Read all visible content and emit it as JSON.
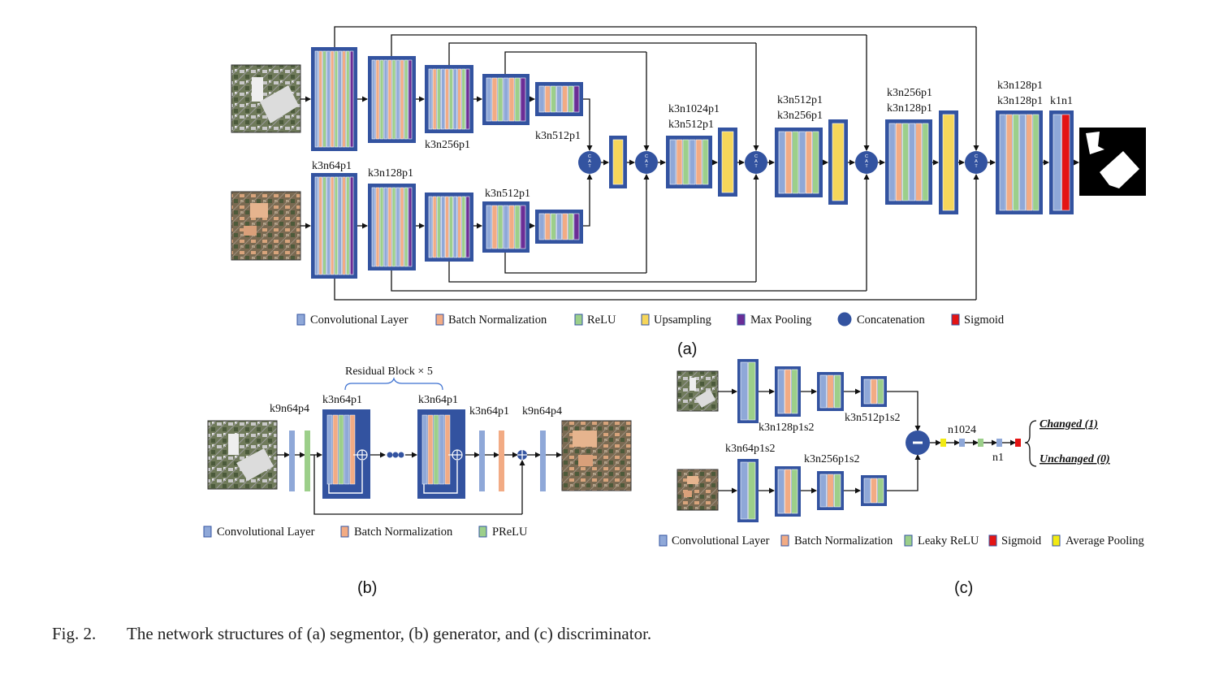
{
  "colors": {
    "block": "#3353a0",
    "conv": "#8fa8d8",
    "bn": "#f2ab84",
    "relu": "#9ccf8a",
    "upsampling": "#f6d65a",
    "maxpool": "#6b2d96",
    "sigmoid": "#e41414",
    "avgpool": "#f2ea12",
    "line": "#111111"
  },
  "panel_a": {
    "label": "(a)",
    "enc_labels": [
      "k3n256p1",
      "k3n512p1",
      "k3n64p1",
      "k3n128p1",
      "k3n512p1"
    ],
    "dec_labels": [
      [
        "k3n1024p1",
        "k3n512p1"
      ],
      [
        "k3n512p1",
        "k3n256p1"
      ],
      [
        "k3n256p1",
        "k3n128p1"
      ],
      [
        "k3n128p1",
        "k3n128p1"
      ]
    ],
    "final_label": "k1n1",
    "cat_text": "C A T",
    "legend": [
      "Convolutional Layer",
      "Batch Normalization",
      "ReLU",
      "Upsampling",
      "Max Pooling",
      "Concatenation",
      "Sigmoid"
    ]
  },
  "panel_b": {
    "label": "(b)",
    "residual_label": "Residual Block × 5",
    "labels": [
      "k9n64p4",
      "k3n64p1",
      "k3n64p1",
      "k3n64p1",
      "k9n64p4"
    ],
    "legend": [
      "Convolutional Layer",
      "Batch Normalization",
      "PReLU"
    ]
  },
  "panel_c": {
    "label": "(c)",
    "labels": [
      "k3n128p1s2",
      "k3n512p1s2",
      "k3n64p1s2",
      "k3n256p1s2",
      "n1024",
      "n1"
    ],
    "class_changed": "Changed (1)",
    "class_unchanged": "Unchanged (0)",
    "legend": [
      "Convolutional Layer",
      "Batch Normalization",
      "Leaky ReLU",
      "Sigmoid",
      "Average Pooling"
    ]
  },
  "caption": {
    "fig": "Fig. 2.",
    "text": "The network structures of (a) segmentor, (b) generator, and (c) discriminator."
  }
}
